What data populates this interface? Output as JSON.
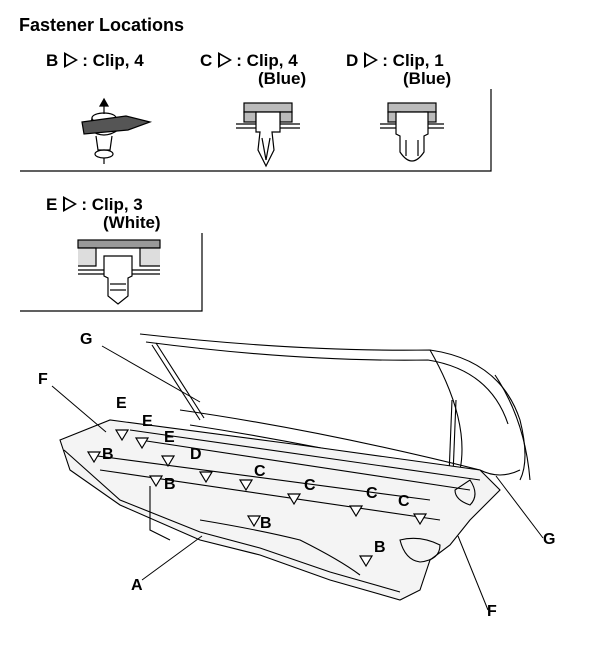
{
  "title": "Fastener Locations",
  "legend": {
    "b": {
      "letter": "B",
      "text": ": Clip, 4"
    },
    "c": {
      "letter": "C",
      "text": ": Clip, 4",
      "sub": "(Blue)"
    },
    "d": {
      "letter": "D",
      "text": ": Clip, 1",
      "sub": "(Blue)"
    },
    "e": {
      "letter": "E",
      "text": ": Clip, 3",
      "sub": "(White)"
    }
  },
  "callouts": {
    "g1": "G",
    "f1": "F",
    "a": "A",
    "f2": "F",
    "g2": "G",
    "e1": "E",
    "e2": "E",
    "e3": "E",
    "b1": "B",
    "b2": "B",
    "b3": "B",
    "b4": "B",
    "d1": "D",
    "c1": "C",
    "c2": "C",
    "c3": "C",
    "c4": "C"
  }
}
